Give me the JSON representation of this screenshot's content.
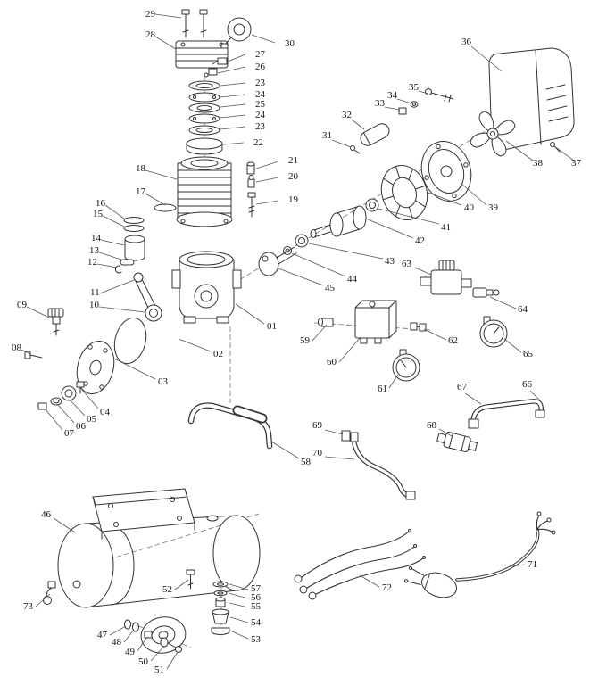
{
  "colors": {
    "line": "#333333",
    "background": "#ffffff",
    "label": "#151515"
  },
  "callouts": {
    "c01": "01",
    "c02": "02",
    "c03": "03",
    "c04": "04",
    "c05": "05",
    "c06": "06",
    "c07": "07",
    "c08": "08",
    "c09": "09",
    "c10": "10",
    "c11": "11",
    "c12": "12",
    "c13": "13",
    "c14": "14",
    "c15": "15",
    "c16": "16",
    "c17": "17",
    "c18": "18",
    "c19": "19",
    "c20": "20",
    "c21": "21",
    "c22": "22",
    "c23a": "23",
    "c23b": "23",
    "c24a": "24",
    "c24b": "24",
    "c25": "25",
    "c26": "26",
    "c27": "27",
    "c28": "28",
    "c29": "29",
    "c30": "30",
    "c31": "31",
    "c32": "32",
    "c33": "33",
    "c34": "34",
    "c35": "35",
    "c36": "36",
    "c37": "37",
    "c38": "38",
    "c39": "39",
    "c40": "40",
    "c41": "41",
    "c42": "42",
    "c43": "43",
    "c44": "44",
    "c45": "45",
    "c46": "46",
    "c47": "47",
    "c48": "48",
    "c49": "49",
    "c50": "50",
    "c51": "51",
    "c52": "52",
    "c53": "53",
    "c54": "54",
    "c55": "55",
    "c56": "56",
    "c57": "57",
    "c58": "58",
    "c59": "59",
    "c60": "60",
    "c61": "61",
    "c62": "62",
    "c63": "63",
    "c64": "64",
    "c65": "65",
    "c66": "66",
    "c67": "67",
    "c68": "68",
    "c69": "69",
    "c70": "70",
    "c71": "71",
    "c72": "72",
    "c73": "73"
  }
}
